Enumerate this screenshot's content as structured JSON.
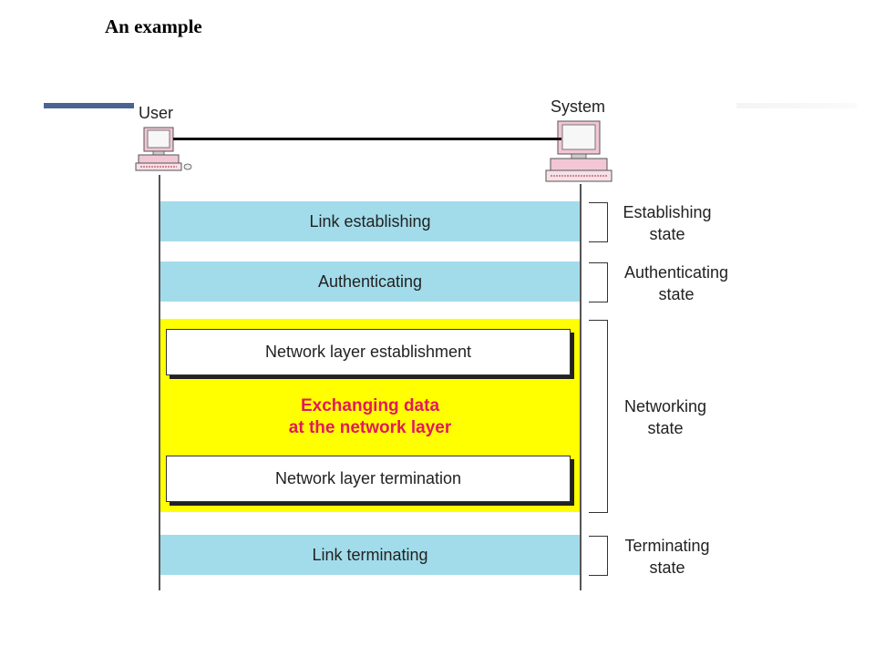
{
  "slide": {
    "title": "An example"
  },
  "nodes": {
    "user": "User",
    "system": "System"
  },
  "phases": {
    "link_establishing": "Link establishing",
    "authenticating": "Authenticating",
    "network_layer_establishment": "Network layer establishment",
    "exchanging_line1": "Exchanging data",
    "exchanging_line2": "at the network layer",
    "network_layer_termination": "Network layer termination",
    "link_terminating": "Link terminating"
  },
  "states": {
    "establishing": [
      "Establishing",
      "state"
    ],
    "authenticating": [
      "Authenticating",
      "state"
    ],
    "networking": [
      "Networking",
      "state"
    ],
    "terminating": [
      "Terminating",
      "state"
    ]
  },
  "colors": {
    "band": "#a2dcea",
    "networking": "#ffff00",
    "exchange_text": "#e2195b",
    "accent_bar": "#4a6491"
  },
  "icons": {
    "user_node": "computer-icon",
    "system_node": "computer-icon"
  }
}
